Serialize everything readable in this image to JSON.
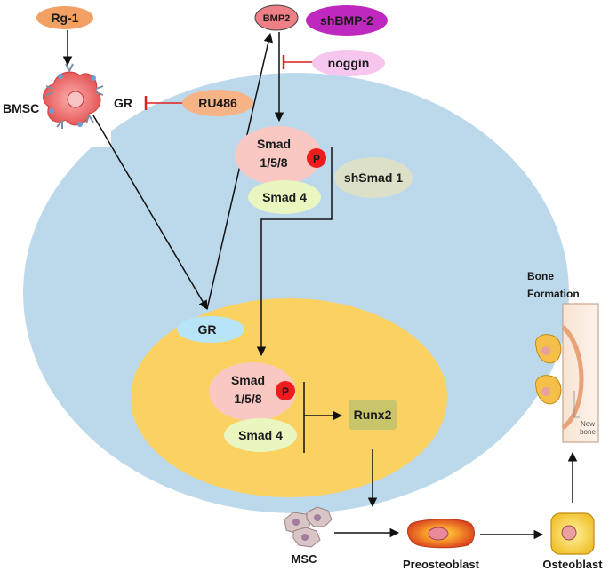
{
  "inputs": {
    "rg1": "Rg-1",
    "bmp2": "BMP2",
    "shbmp2": "shBMP-2",
    "noggin": "noggin",
    "ru486": "RU486"
  },
  "cell_labels": {
    "bmsc": "BMSC",
    "gr_surface": "GR",
    "gr_nuclear": "GR"
  },
  "cytoplasm_complex": {
    "smad_line1": "Smad",
    "smad_line2": "1/5/8",
    "phospho": "P",
    "smad4": "Smad 4",
    "shsmad1": "shSmad 1"
  },
  "nuclear_complex": {
    "smad_line1": "Smad",
    "smad_line2": "1/5/8",
    "phospho": "P",
    "smad4": "Smad 4",
    "runx2": "Runx2"
  },
  "differentiation": {
    "msc": "MSC",
    "preosteoblast": "Preosteoblast",
    "osteoblast": "Osteoblast",
    "bone_formation_line1": "Bone",
    "bone_formation_line2": "Formation",
    "new_bone_line1": "New",
    "new_bone_line2": "bone"
  },
  "colors": {
    "cell_body": "#bcd9ec",
    "nucleus": "#fbd262",
    "smad158": "#f9c8c3",
    "smad4": "#e9f6c0",
    "phospho": "#ee1c1c",
    "shsmad1": "#dde0c9",
    "gr": "#b7e4f6",
    "runx2": "#c9c56a",
    "rg1": "#f2a063",
    "bmp2": "#ee7f87",
    "shbmp2": "#bf28bf",
    "noggin": "#f6c6ef",
    "ru486": "#f6b386",
    "inhibit": "#e02020"
  }
}
